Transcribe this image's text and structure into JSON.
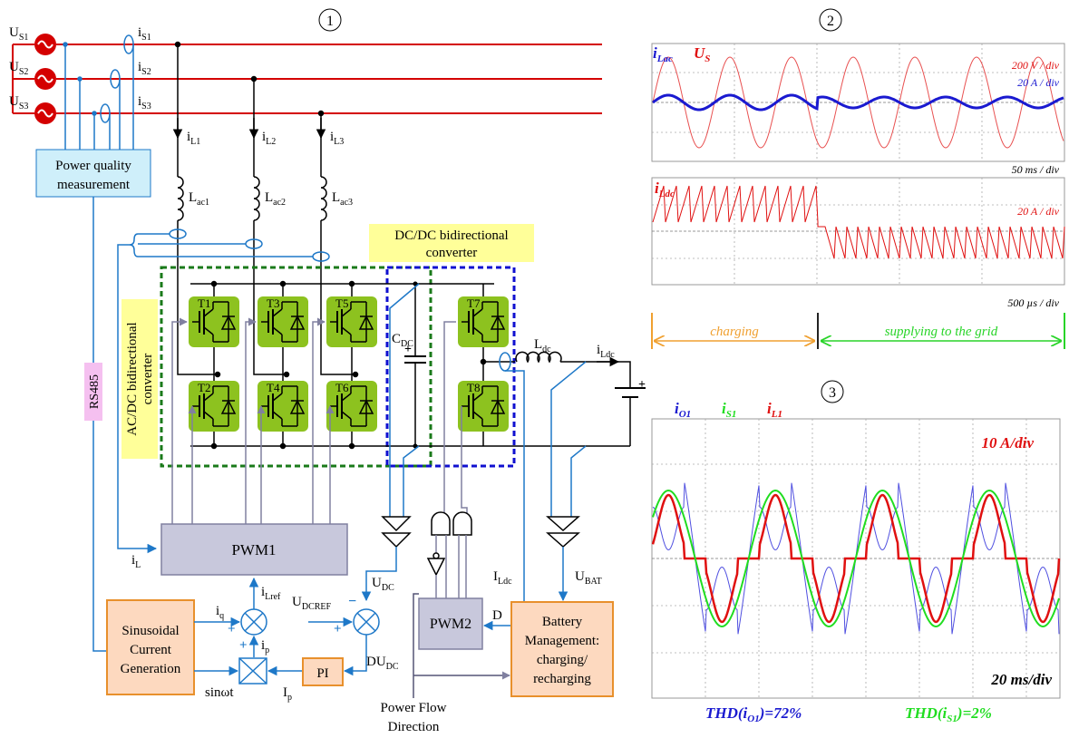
{
  "section_markers": [
    "1",
    "2",
    "3"
  ],
  "sources": {
    "us1": {
      "main": "U",
      "sub": "S1"
    },
    "us2": {
      "main": "U",
      "sub": "S2"
    },
    "us3": {
      "main": "U",
      "sub": "S3"
    }
  },
  "line_currents": {
    "is1": {
      "main": "i",
      "sub": "S1"
    },
    "is2": {
      "main": "i",
      "sub": "S2"
    },
    "is3": {
      "main": "i",
      "sub": "S3"
    }
  },
  "load_currents": {
    "il1": {
      "main": "i",
      "sub": "L1"
    },
    "il2": {
      "main": "i",
      "sub": "L2"
    },
    "il3": {
      "main": "i",
      "sub": "L3"
    }
  },
  "inductors": {
    "lac1": {
      "main": "L",
      "sub": "ac1"
    },
    "lac2": {
      "main": "L",
      "sub": "ac2"
    },
    "lac3": {
      "main": "L",
      "sub": "ac3"
    },
    "ldc": {
      "main": "L",
      "sub": "dc"
    }
  },
  "pq_box": {
    "line1": "Power quality",
    "line2": "measurement"
  },
  "rs485": "RS485",
  "acdc_label": {
    "line1": "AC/DC bidirectional",
    "line2": "converter"
  },
  "dcdc_label": {
    "line1": "DC/DC bidirectional",
    "line2": "converter"
  },
  "transistors": [
    "T1",
    "T2",
    "T3",
    "T4",
    "T5",
    "T6",
    "T7",
    "T8"
  ],
  "cdc": {
    "main": "C",
    "sub": "DC"
  },
  "ildc_right": {
    "main": "i",
    "sub": "Ldc"
  },
  "pwm1": "PWM1",
  "pwm2": "PWM2",
  "sinusoidal_box": {
    "line1": "Sinusoidal",
    "line2": "Current",
    "line3": "Generation"
  },
  "battery_box": {
    "line1": "Battery",
    "line2": "Management:",
    "line3": "charging/",
    "line4": "recharging"
  },
  "pi": "PI",
  "signals": {
    "il": {
      "main": "i",
      "sub": "L"
    },
    "ilref": {
      "main": "i",
      "sub": "Lref"
    },
    "iq": {
      "main": "i",
      "sub": "q"
    },
    "ip": {
      "main": "i",
      "sub": "p"
    },
    "Ip": {
      "main": "I",
      "sub": "p"
    },
    "sinwt": "sinωt",
    "udc": {
      "main": "U",
      "sub": "DC"
    },
    "udcref": {
      "main": "U",
      "sub": "DCREF"
    },
    "dudc": {
      "main": "DU",
      "sub": "DC"
    },
    "ildc": {
      "main": "I",
      "sub": "Ldc"
    },
    "ubat": {
      "main": "U",
      "sub": "BAT"
    },
    "d": "D",
    "plus": "+",
    "minus": "−"
  },
  "power_flow": {
    "line1": "Power Flow",
    "line2": "Direction"
  },
  "scope_top": {
    "ilac": {
      "main": "i",
      "sub": "Lac"
    },
    "us": {
      "main": "U",
      "sub": "S"
    },
    "scale_v": "200 V / div",
    "scale_a": "20 A / div",
    "time": "50 ms / div"
  },
  "scope_mid": {
    "ildc": {
      "main": "i",
      "sub": "Ldc"
    },
    "scale_a": "20 A / div",
    "time": "500 µs / div"
  },
  "phases": {
    "charging": "charging",
    "supplying": "supplying to the grid"
  },
  "scope_bottom": {
    "io1": {
      "main": "i",
      "sub": "O1"
    },
    "is1": {
      "main": "i",
      "sub": "S1"
    },
    "il1": {
      "main": "i",
      "sub": "L1"
    },
    "scale": "10 A/div",
    "time": "20 ms/div",
    "thd_io1": "THD(i",
    "thd_io1_sub": "O1",
    "thd_io1_val": ")=72%",
    "thd_is1": "THD(i",
    "thd_is1_sub": "S1",
    "thd_is1_val": ")=2%"
  },
  "colors": {
    "grid_line": "#d40000",
    "wire": "#000000",
    "control_wire": "#1e78c8",
    "gate_wire": "#8080a0",
    "igbt_fill": "#8dc21f",
    "pq_fill": "#cfeffa",
    "label_fill": "#ffff99",
    "rs485_fill": "#f5c0f0",
    "pwm_fill": "#c8c8dc",
    "block_fill": "#fdd9bf",
    "block_border": "#e8902c",
    "charging": "#f0a030",
    "supplying": "#28d428",
    "trace_blue": "#1a1ad0",
    "trace_red": "#e01010",
    "trace_green": "#20dd20"
  }
}
